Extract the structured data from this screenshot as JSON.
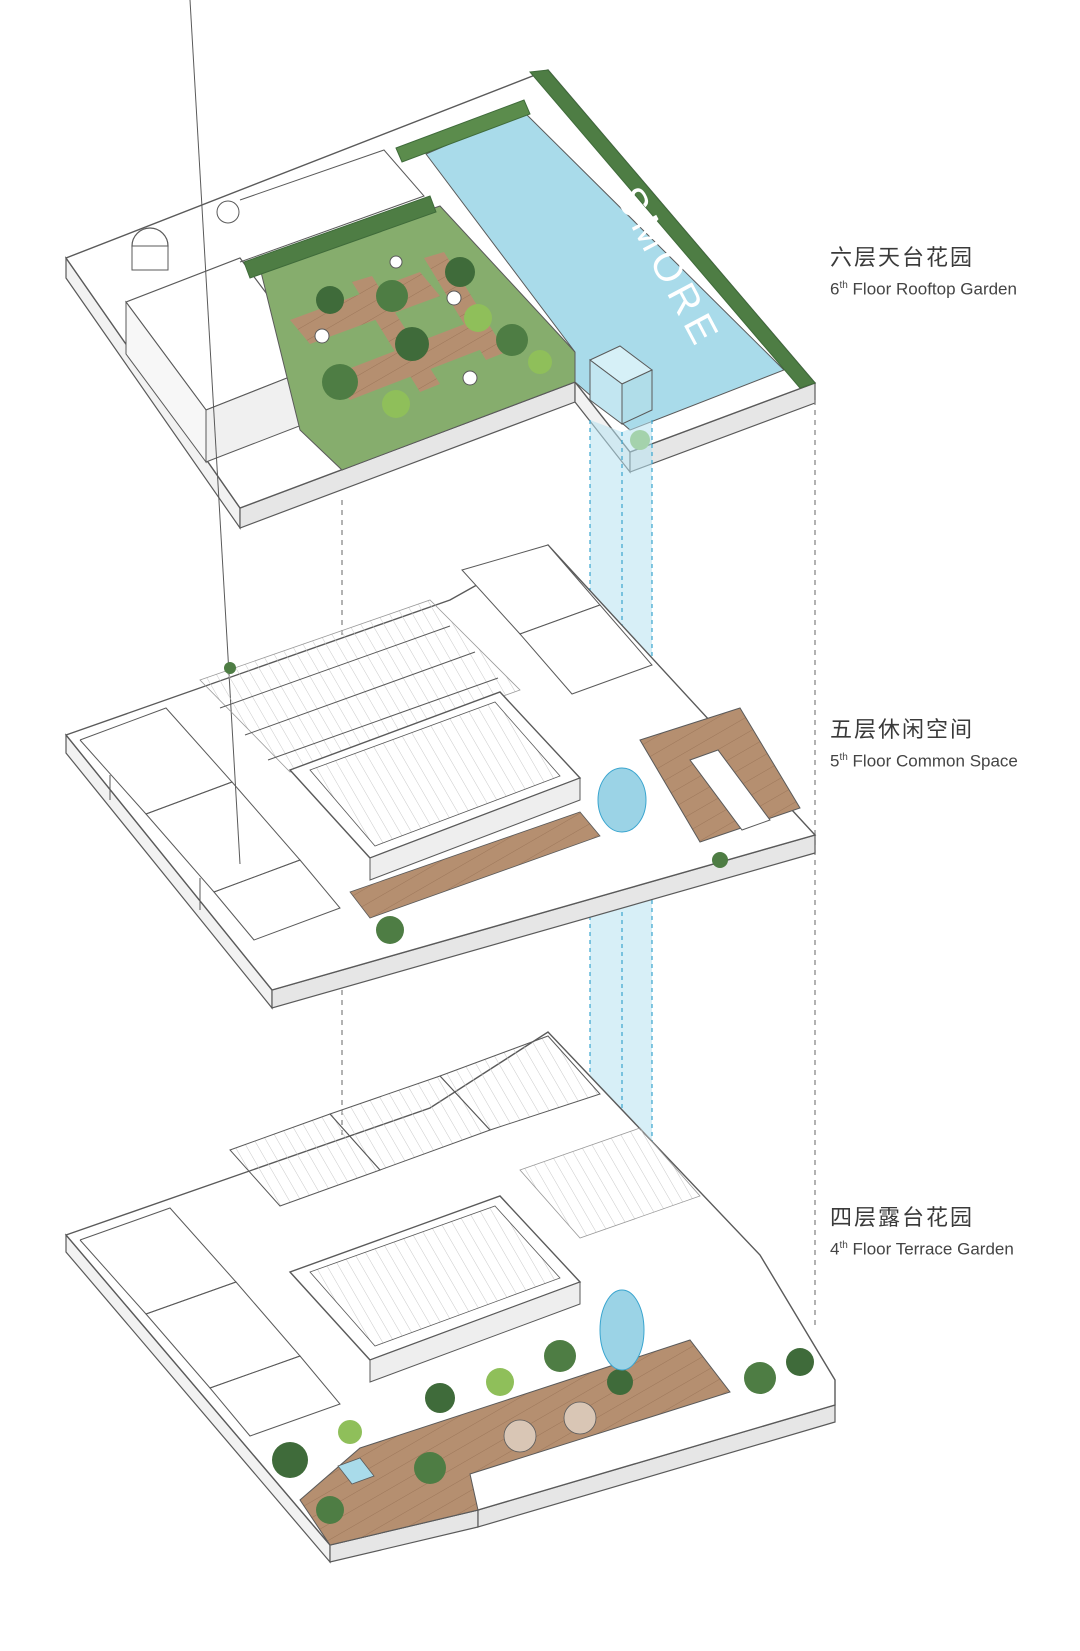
{
  "colors": {
    "outline": "#5a5a5a",
    "wall": "#ffffff",
    "lawn": "#7fa868",
    "plant_dark": "#3f6b3a",
    "plant_light": "#8fbf5a",
    "pool": "#a9dbea",
    "glass": "#b6e2f0",
    "timber": "#b08a6c",
    "guide": "#7f7f7f"
  },
  "rooftop_sign": "SMORE",
  "floors": [
    {
      "id": "6f",
      "name_cn": "六层天台花园",
      "ordinal": "6",
      "ordinal_suffix": "th",
      "name_en": "Floor Rooftop Garden"
    },
    {
      "id": "5f",
      "name_cn": "五层休闲空间",
      "ordinal": "5",
      "ordinal_suffix": "th",
      "name_en": "Floor Common Space"
    },
    {
      "id": "4f",
      "name_cn": "四层露台花园",
      "ordinal": "4",
      "ordinal_suffix": "th",
      "name_en": "Floor Terrace Garden"
    }
  ]
}
